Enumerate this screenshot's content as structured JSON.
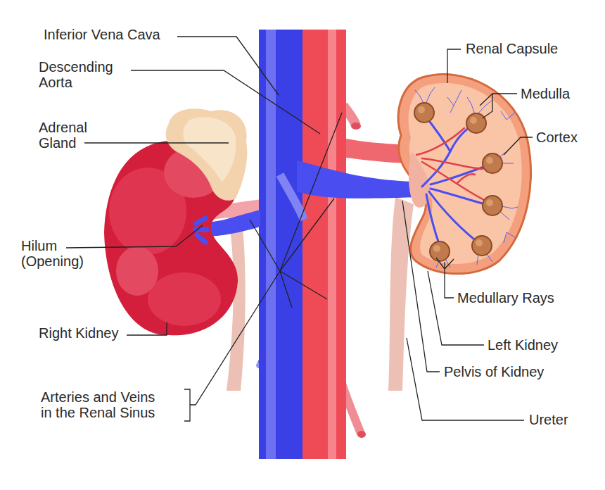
{
  "diagram": {
    "labels": [
      "Inferior Vena Cava",
      "Descending Aorta",
      "Adrenal Gland",
      "Hilum (Opening)",
      "Right Kidney",
      "Arteries and Veins in the Renal Sinus",
      "Renal Capsule",
      "Medulla",
      "Cortex",
      "Medullary Rays",
      "Left Kidney",
      "Pelvis of Kidney",
      "Ureter"
    ]
  }
}
